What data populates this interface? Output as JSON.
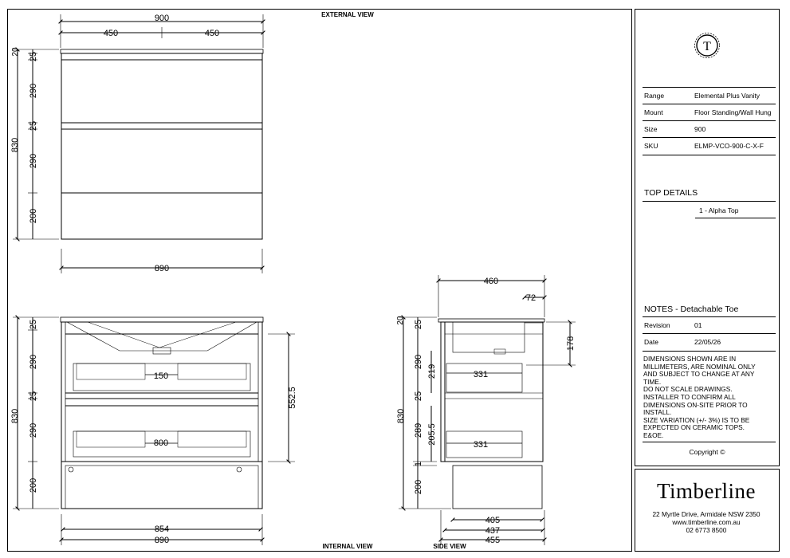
{
  "views": {
    "external": "EXTERNAL VIEW",
    "internal": "INTERNAL VIEW",
    "side": "SIDE  VIEW"
  },
  "dims": {
    "front": {
      "overall_width": "900",
      "half_left": "450",
      "half_right": "450",
      "top_thickness": "20",
      "gap_top": "25",
      "drawer1": "290",
      "gap_mid": "25",
      "drawer2": "290",
      "toe": "200",
      "height": "830",
      "base_width": "890"
    },
    "internal": {
      "gap_top": "25",
      "drawer1": "290",
      "gap_mid": "25",
      "drawer2": "290",
      "toe": "200",
      "height": "830",
      "right_height": "552.5",
      "inner_w1": "150",
      "inner_w2": "800",
      "bottom_inner": "854",
      "bottom_outer": "890"
    },
    "side": {
      "depth": "460",
      "basin_offset": "72",
      "basin_height": "178",
      "top": "20",
      "gap_top": "25",
      "d1": "290",
      "d1_inner": "219",
      "gap_mid": "25",
      "d2": "289",
      "d2_inner": "205.5",
      "gap_low": "1",
      "toe": "200",
      "height": "830",
      "drawer1_depth": "331",
      "drawer2_depth": "331",
      "base1": "405",
      "base2": "437",
      "base3": "455"
    }
  },
  "title_block": {
    "spec": [
      {
        "label": "Range",
        "value": "Elemental Plus Vanity"
      },
      {
        "label": "Mount",
        "value": "Floor Standing/Wall Hung"
      },
      {
        "label": "Size",
        "value": "900"
      },
      {
        "label": "SKU",
        "value": "ELMP-VCO-900-C-X-F"
      }
    ],
    "top_details_heading": "TOP DETAILS",
    "top_details_item": "1 - Alpha Top",
    "notes_heading": "NOTES - Detachable Toe",
    "revision_label": "Revision",
    "revision_value": "01",
    "date_label": "Date",
    "date_value": "22/05/26",
    "notes_text": "DIMENSIONS SHOWN ARE IN\nMILLIMETERS, ARE NOMINAL ONLY\nAND SUBJECT TO CHANGE AT ANY\nTIME.\nDO NOT SCALE DRAWINGS.\nINSTALLER TO CONFIRM ALL\nDIMENSIONS ON-SITE PRIOR TO\nINSTALL.\nSIZE VARIATION (+/- 3%) IS TO BE\nEXPECTED ON CERAMIC TOPS.\nE&OE.",
    "copyright": "Copyright  ©",
    "logo_letter": "T"
  },
  "company": {
    "name": "Timberline",
    "address": "22 Myrtle Drive, Armidale NSW 2350",
    "website": "www.timberline.com.au",
    "phone": "02 6773 8500"
  }
}
